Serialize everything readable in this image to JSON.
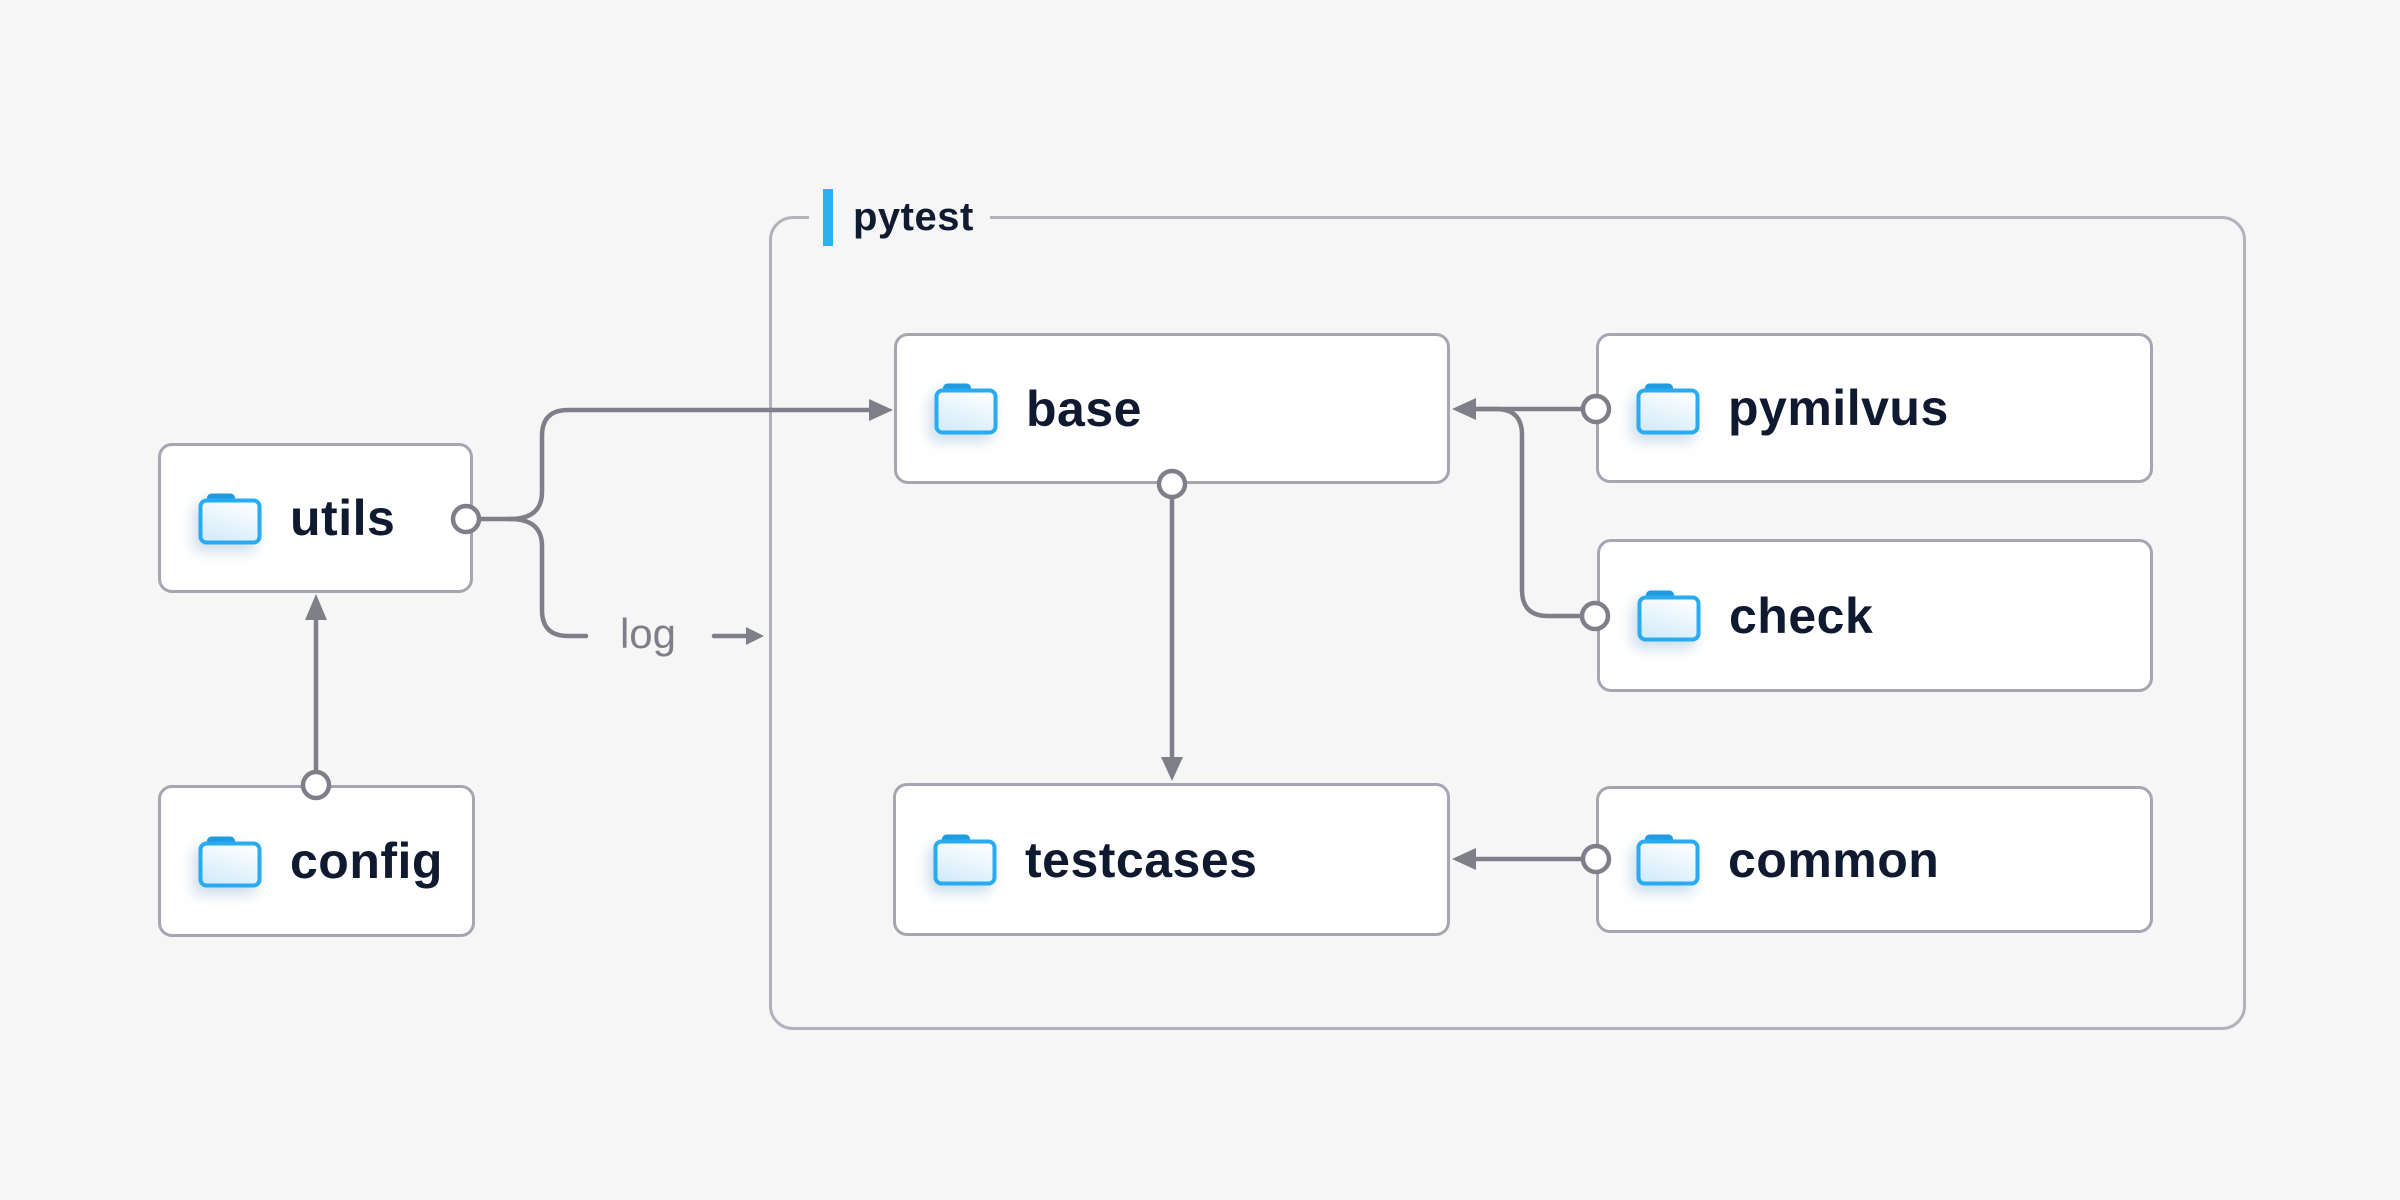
{
  "diagram": {
    "title_group": "pytest",
    "container": {
      "label": "pytest",
      "accent_color": "#29b1f0"
    },
    "nodes": [
      {
        "id": "utils",
        "label": "utils",
        "icon": "folder-icon"
      },
      {
        "id": "config",
        "label": "config",
        "icon": "folder-icon"
      },
      {
        "id": "base",
        "label": "base",
        "icon": "folder-icon"
      },
      {
        "id": "testcases",
        "label": "testcases",
        "icon": "folder-icon"
      },
      {
        "id": "pymilvus",
        "label": "pymilvus",
        "icon": "folder-icon"
      },
      {
        "id": "check",
        "label": "check",
        "icon": "folder-icon"
      },
      {
        "id": "common",
        "label": "common",
        "icon": "folder-icon"
      }
    ],
    "edges": [
      {
        "from": "config",
        "to": "utils",
        "label": ""
      },
      {
        "from": "utils",
        "to": "base",
        "label": ""
      },
      {
        "from": "utils",
        "to": "pytest",
        "label": "log"
      },
      {
        "from": "base",
        "to": "testcases",
        "label": ""
      },
      {
        "from": "pymilvus",
        "to": "base",
        "label": ""
      },
      {
        "from": "check",
        "to": "base",
        "label": ""
      },
      {
        "from": "common",
        "to": "testcases",
        "label": ""
      }
    ],
    "colors": {
      "background": "#f6f6f7",
      "node_fill": "#ffffff",
      "node_border": "#a5a6b1",
      "group_border": "#b1b2bd",
      "connector": "#7e7f89",
      "accent_blue": "#29b1f0",
      "text_dark": "#0f1930",
      "edge_label_gray": "#7e7f88",
      "folder_stroke": "#29abf1",
      "folder_tab": "#1f9ce0"
    }
  }
}
